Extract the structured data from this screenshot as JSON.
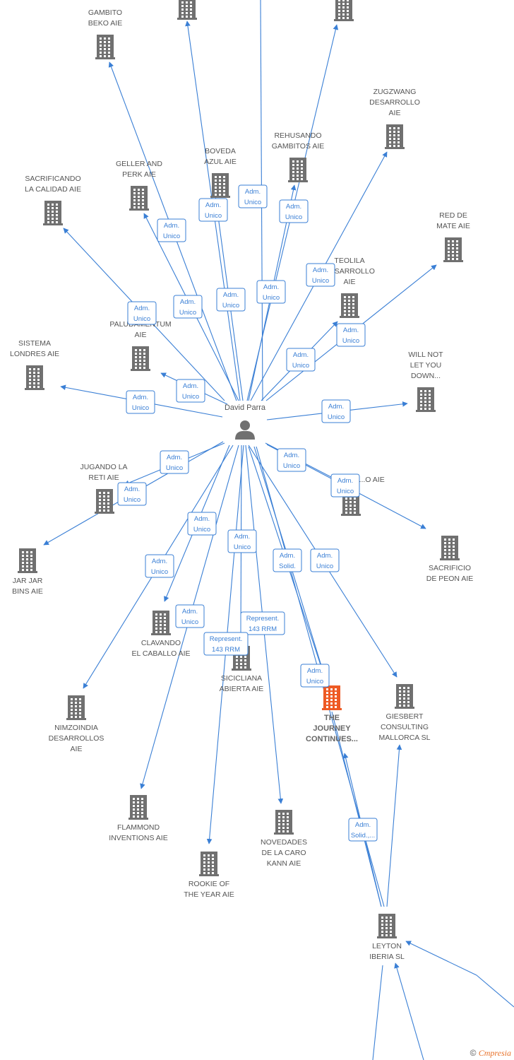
{
  "center": {
    "label": "David Parra",
    "icon": "person-icon"
  },
  "nodes": [
    {
      "id": "top-left",
      "label": []
    },
    {
      "id": "top-right",
      "label": []
    },
    {
      "id": "gambito-beko",
      "label": [
        "GAMBITO",
        "BEKO  AIE"
      ]
    },
    {
      "id": "zugzwang",
      "label": [
        "ZUGZWANG",
        "DESARROLLO",
        "AIE"
      ]
    },
    {
      "id": "rehusando",
      "label": [
        "REHUSANDO",
        "GAMBITOS  AIE"
      ]
    },
    {
      "id": "boveda",
      "label": [
        "BOVEDA",
        "AZUL  AIE"
      ]
    },
    {
      "id": "geller",
      "label": [
        "GELLER AND",
        "PERK  AIE"
      ]
    },
    {
      "id": "sacrificando",
      "label": [
        "SACRIFICANDO",
        "LA CALIDAD  AIE"
      ]
    },
    {
      "id": "red-de-mate",
      "label": [
        "RED DE",
        "MATE  AIE"
      ]
    },
    {
      "id": "teolila",
      "label": [
        "TEOLILA",
        "DESARROLLO",
        "AIE"
      ]
    },
    {
      "id": "paludamentum",
      "label": [
        "PALUDAMENTUM",
        "AIE"
      ]
    },
    {
      "id": "sistema-londres",
      "label": [
        "SISTEMA",
        "LONDRES  AIE"
      ]
    },
    {
      "id": "will-not",
      "label": [
        "WILL NOT",
        "LET YOU",
        "DOWN..."
      ]
    },
    {
      "id": "jugando",
      "label": [
        "JUGANDO LA",
        "RETI  AIE"
      ]
    },
    {
      "id": "telmo",
      "label": [
        "TEL...O  AIE"
      ]
    },
    {
      "id": "jar-jar",
      "label": [
        "JAR JAR",
        "BINS  AIE"
      ]
    },
    {
      "id": "sacrificio",
      "label": [
        "SACRIFICIO",
        "DE PEON  AIE"
      ]
    },
    {
      "id": "clavando",
      "label": [
        "CLAVANDO",
        "EL CABALLO  AIE"
      ]
    },
    {
      "id": "siciliana",
      "label": [
        "SICICLIANA",
        "ABIERTA  AIE"
      ]
    },
    {
      "id": "journey",
      "label": [
        "THE",
        "JOURNEY",
        "CONTINUES..."
      ],
      "focus": true
    },
    {
      "id": "giesbert",
      "label": [
        "GIESBERT",
        "CONSULTING",
        "MALLORCA  SL"
      ]
    },
    {
      "id": "nimzoindia",
      "label": [
        "NIMZOINDIA",
        "DESARROLLOS",
        "AIE"
      ]
    },
    {
      "id": "flammond",
      "label": [
        "FLAMMOND",
        "INVENTIONS  AIE"
      ]
    },
    {
      "id": "rookie",
      "label": [
        "ROOKIE OF",
        "THE YEAR  AIE"
      ]
    },
    {
      "id": "novedades",
      "label": [
        "NOVEDADES",
        "DE LA CARO",
        "KANN  AIE"
      ]
    },
    {
      "id": "leyton",
      "label": [
        "LEYTON",
        "IBERIA  SL"
      ]
    }
  ],
  "relations": [
    {
      "text": [
        "Adm.",
        "Unico"
      ]
    },
    {
      "text": [
        "Adm.",
        "Unico"
      ]
    },
    {
      "text": [
        "Adm.",
        "Unico"
      ]
    },
    {
      "text": [
        "Adm.",
        "Unico"
      ]
    },
    {
      "text": [
        "Adm.",
        "Unico"
      ]
    },
    {
      "text": [
        "Adm.",
        "Unico"
      ]
    },
    {
      "text": [
        "Adm.",
        "Unico"
      ]
    },
    {
      "text": [
        "Adm.",
        "Unico"
      ]
    },
    {
      "text": [
        "Adm.",
        "Unico"
      ]
    },
    {
      "text": [
        "Adm.",
        "Unico"
      ]
    },
    {
      "text": [
        "Adm.",
        "Unico"
      ]
    },
    {
      "text": [
        "Adm.",
        "Unico"
      ]
    },
    {
      "text": [
        "Adm.",
        "Unico"
      ]
    },
    {
      "text": [
        "Adm.",
        "Unico"
      ]
    },
    {
      "text": [
        "Adm.",
        "Unico"
      ]
    },
    {
      "text": [
        "Adm.",
        "Unico"
      ]
    },
    {
      "text": [
        "Adm.",
        "Unico"
      ]
    },
    {
      "text": [
        "Adm.",
        "Unico"
      ]
    },
    {
      "text": [
        "Adm.",
        "Unico"
      ]
    },
    {
      "text": [
        "Adm.",
        "Unico"
      ]
    },
    {
      "text": [
        "Adm.",
        "Unico"
      ]
    },
    {
      "text": [
        "Adm.",
        "Unico"
      ]
    },
    {
      "text": [
        "Represent.",
        "143 RRM"
      ]
    },
    {
      "text": [
        "Represent.",
        "143 RRM"
      ]
    },
    {
      "text": [
        "Adm.",
        "Solid."
      ]
    },
    {
      "text": [
        "Adm.",
        "Unico"
      ]
    },
    {
      "text": [
        "Adm.",
        "Unico"
      ]
    },
    {
      "text": [
        "Adm.",
        "Solid.,..."
      ]
    }
  ],
  "footer": {
    "copyright": "©",
    "brand_initial": "C",
    "brand_rest": "mpresia"
  },
  "colors": {
    "edge": "#3a7fd5",
    "building": "#707070",
    "focus_building": "#ee5a24"
  }
}
